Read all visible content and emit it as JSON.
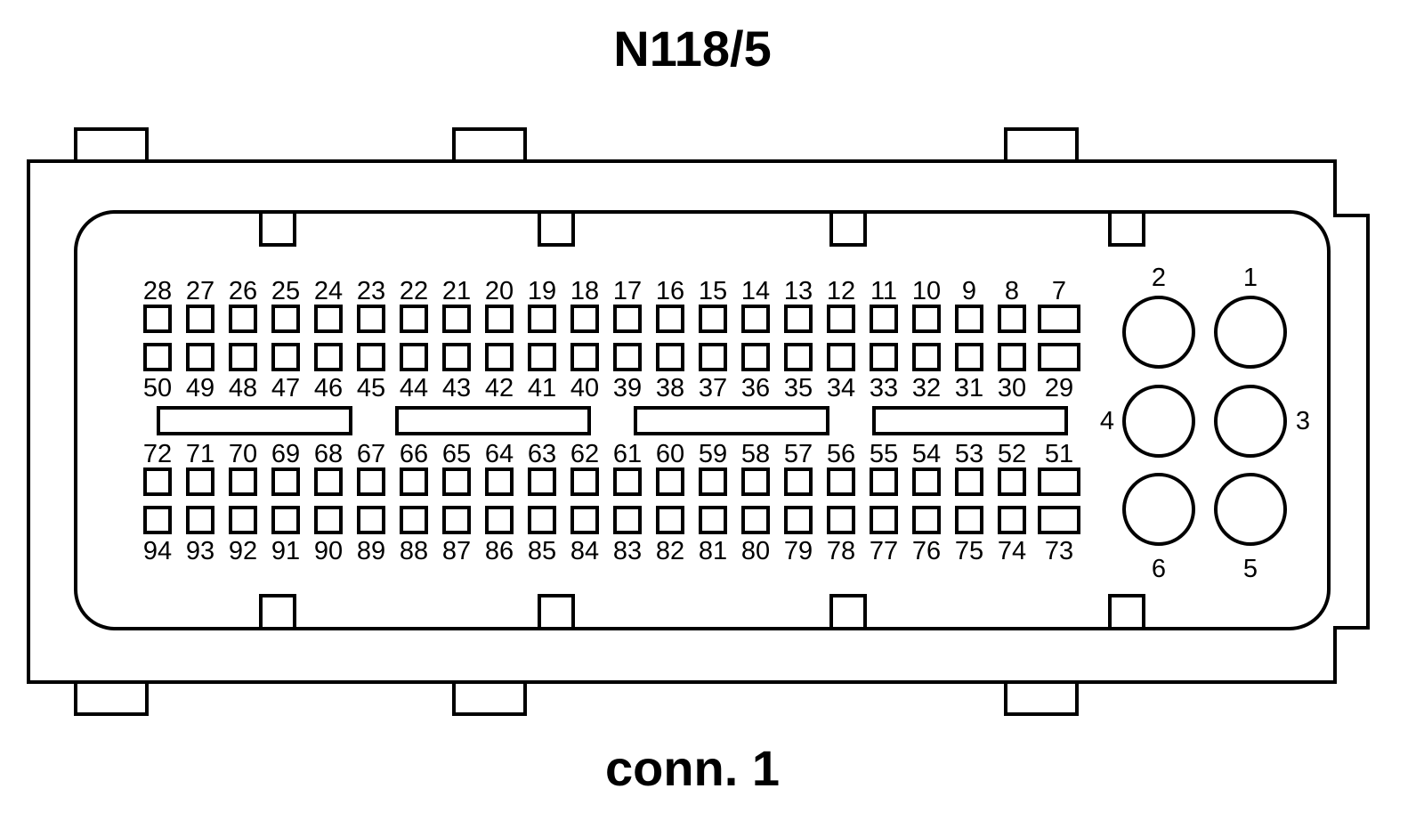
{
  "title": "N118/5",
  "subtitle": "conn. 1",
  "colors": {
    "line": "#000000",
    "background": "#ffffff"
  },
  "pin_rows": {
    "row1_labels": [
      "28",
      "27",
      "26",
      "25",
      "24",
      "23",
      "22",
      "21",
      "20",
      "19",
      "18",
      "17",
      "16",
      "15",
      "14",
      "13",
      "12",
      "11",
      "10",
      "9",
      "8",
      "7"
    ],
    "row2_labels": [
      "50",
      "49",
      "48",
      "47",
      "46",
      "45",
      "44",
      "43",
      "42",
      "41",
      "40",
      "39",
      "38",
      "37",
      "36",
      "35",
      "34",
      "33",
      "32",
      "31",
      "30",
      "29"
    ],
    "row3_labels": [
      "72",
      "71",
      "70",
      "69",
      "68",
      "67",
      "66",
      "65",
      "64",
      "63",
      "62",
      "61",
      "60",
      "59",
      "58",
      "57",
      "56",
      "55",
      "54",
      "53",
      "52",
      "51"
    ],
    "row4_labels": [
      "94",
      "93",
      "92",
      "91",
      "90",
      "89",
      "88",
      "87",
      "86",
      "85",
      "84",
      "83",
      "82",
      "81",
      "80",
      "79",
      "78",
      "77",
      "76",
      "75",
      "74",
      "73"
    ]
  },
  "power_pins": [
    "1",
    "2",
    "3",
    "4",
    "5",
    "6"
  ]
}
